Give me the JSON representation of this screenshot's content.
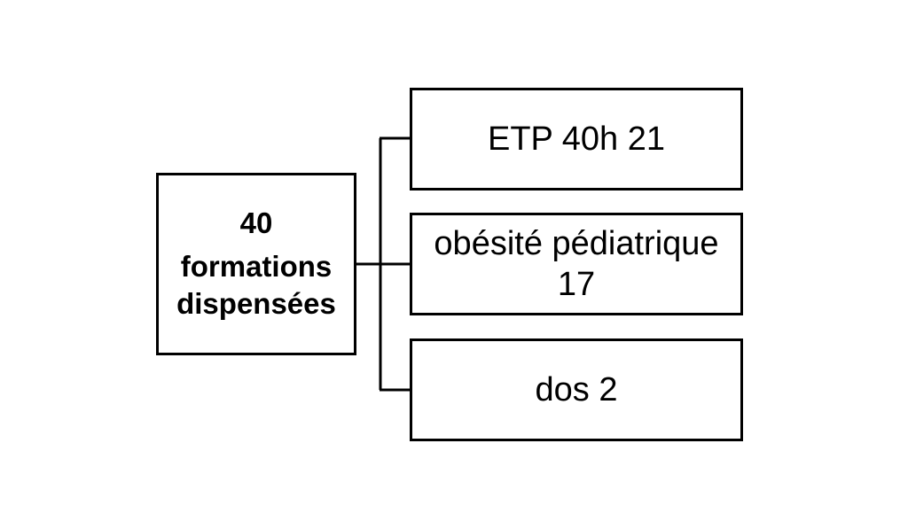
{
  "root": {
    "number": "40",
    "label": "formations dispensées"
  },
  "children": [
    {
      "label": "ETP 40h 21"
    },
    {
      "label": "obésité pédiatrique 17"
    },
    {
      "label": "dos 2"
    }
  ],
  "colors": {
    "stroke": "#000000",
    "background": "#ffffff"
  }
}
